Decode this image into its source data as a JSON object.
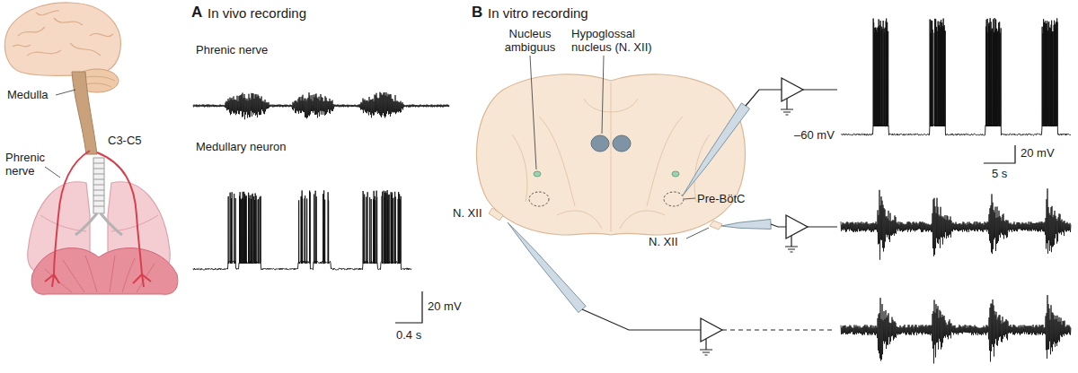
{
  "diagram": {
    "labels": [
      "Medulla",
      "Phrenic nerve",
      "C3-C5",
      "A",
      "In vivo recording",
      "Phrenic nerve",
      "Medullary neuron",
      "20 mV",
      "0.4 s",
      "B",
      "In vitro recording",
      "Nucleus ambiguus",
      "Hypoglossal nucleus (N. XII)",
      "Pre-BötC",
      "N. XII",
      "N. XII",
      "–60 mV",
      "20 mV",
      "5 s"
    ]
  }
}
